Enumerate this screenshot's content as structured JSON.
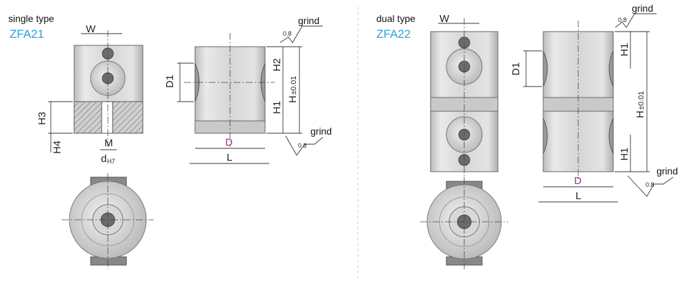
{
  "single": {
    "type_label": "single type",
    "model": "ZFA21",
    "dims": {
      "W": "W",
      "H3": "H3",
      "H4": "H4",
      "M": "M",
      "d": "d",
      "d_sub": "H7",
      "D1": "D1",
      "H2": "H2",
      "H1": "H1",
      "H": "H",
      "H_tol": "±0.01",
      "D": "D",
      "L": "L"
    },
    "grind_label": "grind",
    "roughness": "0.8"
  },
  "dual": {
    "type_label": "dual type",
    "model": "ZFA22",
    "dims": {
      "W": "W",
      "D1": "D1",
      "H1": "H1",
      "H": "H",
      "H_tol": "±0.01",
      "D": "D",
      "L": "L"
    },
    "grind_label": "grind",
    "roughness": "0.8"
  },
  "colors": {
    "model": "#2aa0d8",
    "D_label": "#a0308a",
    "divider": "#cccccc"
  }
}
